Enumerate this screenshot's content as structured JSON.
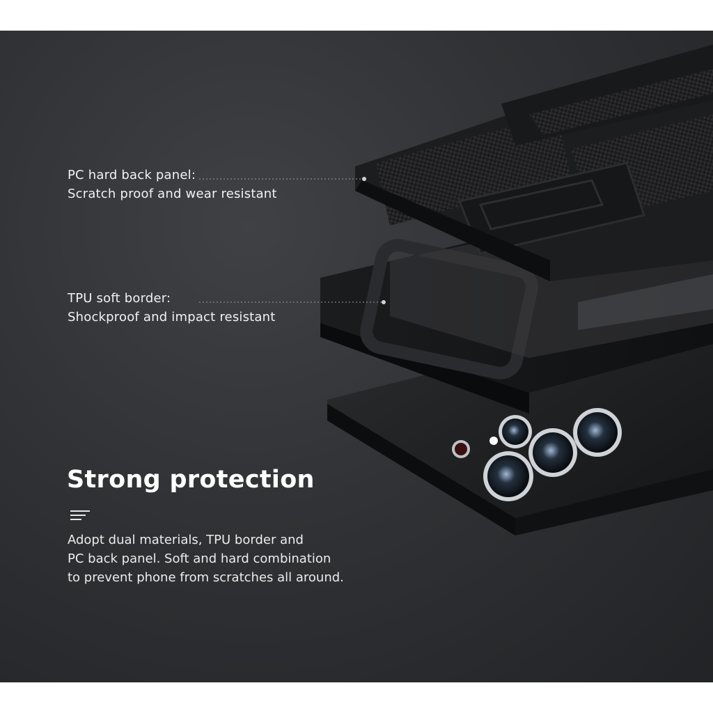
{
  "callouts": [
    {
      "title": "PC hard back panel:",
      "desc": "Scratch proof and wear resistant"
    },
    {
      "title": "TPU soft border:",
      "desc": "Shockproof and impact resistant"
    }
  ],
  "headline": "Strong protection",
  "body_lines": [
    "Adopt dual materials, TPU border and",
    "PC back panel. Soft and hard combination",
    "to prevent phone from scratches all around."
  ],
  "icons": {
    "menu": "text-lines-icon"
  },
  "colors": {
    "background": "#2f3134",
    "text": "#f2f2f2",
    "page_border": "#ffffff"
  }
}
